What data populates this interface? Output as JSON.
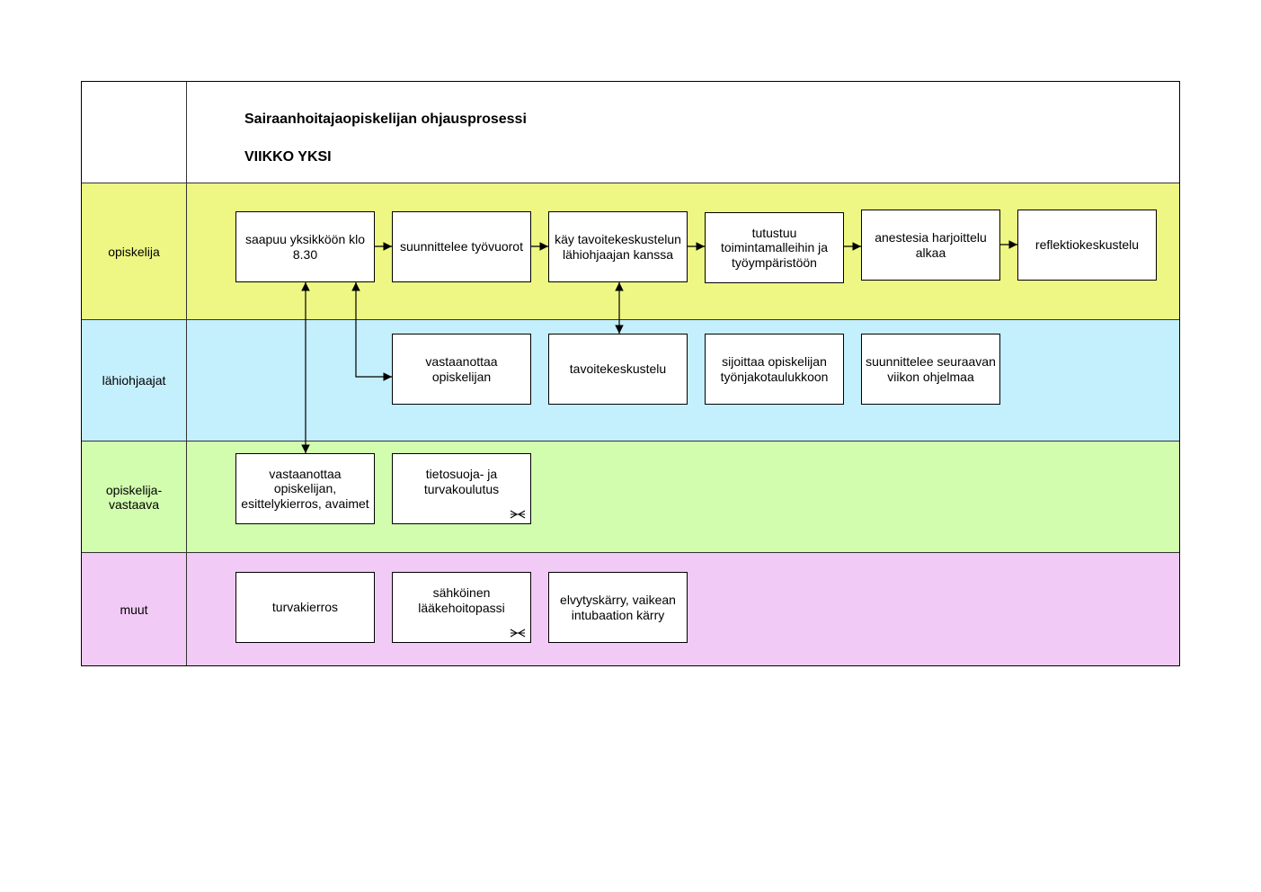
{
  "header": {
    "title": "Sairaanhoitajaopiskelijan ohjausprosessi",
    "subtitle": "VIIKKO YKSI"
  },
  "lanes": [
    {
      "id": "opiskelija",
      "label": "opiskelija",
      "color": "#eef783"
    },
    {
      "id": "lahiohjaajat",
      "label": "lähiohjaajat",
      "color": "#c4effc"
    },
    {
      "id": "opiskelijavastaava",
      "label": "opiskelija-\nvastaava",
      "color": "#d2fcae"
    },
    {
      "id": "muut",
      "label": "muut",
      "color": "#f1cbf6"
    }
  ],
  "boxes": {
    "saapuu": {
      "text": "saapuu yksikköön klo 8.30"
    },
    "suunnittelee_tyovuorot": {
      "text": "suunnittelee työvuorot"
    },
    "kay_tavoitekeskustelun": {
      "text": "käy tavoitekeskustelun lähiohjaajan kanssa"
    },
    "tutustuu": {
      "text": "tutustuu toimintamalleihin ja työympäristöön"
    },
    "anestesia": {
      "text": "anestesia harjoittelu alkaa"
    },
    "reflektio": {
      "text": "reflektiokeskustelu"
    },
    "vastaanottaa_lahi": {
      "text": "vastaanottaa opiskelijan"
    },
    "tavoitekeskustelu": {
      "text": "tavoitekeskustelu"
    },
    "sijoittaa": {
      "text": "sijoittaa opiskelijan työnjakotaulukkoon"
    },
    "suunnittelee_seuraavan": {
      "text": "suunnittelee seuraavan viikon ohjelmaa"
    },
    "vastaanottaa_vast": {
      "text": "vastaanottaa opiskelijan, esittelykierros, avaimet"
    },
    "tietosuoja": {
      "text": "tietosuoja- ja turvakoulutus",
      "subprocess_icon": "subprocess-icon"
    },
    "turvakierros": {
      "text": "turvakierros"
    },
    "sahkoinen": {
      "text": "sähköinen lääkehoitopassi",
      "subprocess_icon": "subprocess-icon"
    },
    "elvytyskarry": {
      "text": "elvytyskärry, vaikean intubaation kärry"
    }
  },
  "colors": {
    "border": "#000000",
    "lane_divider": "#333333"
  }
}
